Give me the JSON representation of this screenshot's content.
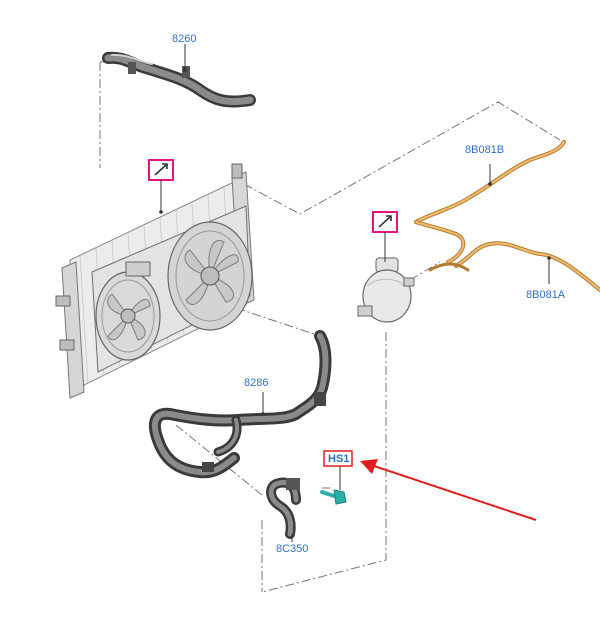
{
  "labels": {
    "top_hose": "8260",
    "lower_hose": "8286",
    "bleed_hose": "8C350",
    "fastener": "HS1",
    "upper_line": "8B081B",
    "lower_line": "8B081A"
  },
  "icons": {
    "note_marker": "pencil-note-icon",
    "pointer": "red-arrow-icon"
  },
  "colors": {
    "label_text": "#2f6fc8",
    "highlight_box": "#e8127f",
    "hs1_box": "#e01e1e",
    "pointer_arrow": "#e01e1e",
    "hose_dark": "#3a3a3a",
    "hose_light": "#9a9a9a",
    "coolant_line": "#e0a24c",
    "fastener_color": "#2bb0a8"
  }
}
